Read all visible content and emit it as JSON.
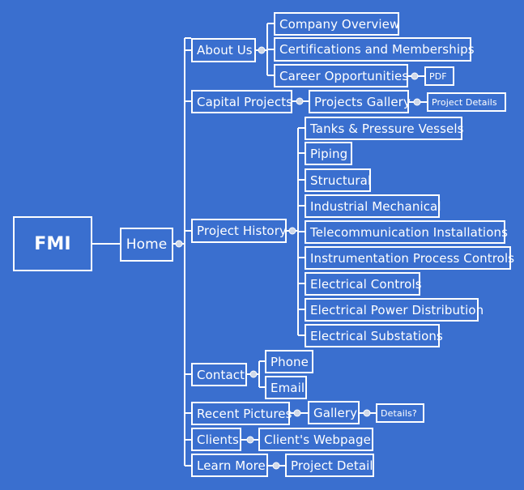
{
  "root": {
    "label": "FMI"
  },
  "home": {
    "label": "Home"
  },
  "about": {
    "label": "About Us",
    "company_overview": "Company Overview",
    "certifications": "Certifications and Memberships",
    "careers": "Career Opportunities",
    "pdf": "PDF"
  },
  "capital": {
    "label": "Capital Projects",
    "gallery": "Projects Gallery",
    "details": "Project Details"
  },
  "history": {
    "label": "Project History",
    "items": [
      "Tanks & Pressure Vessels",
      "Piping",
      "Structural",
      "Industrial Mechanical",
      "Telecommunication Installations",
      "Instrumentation Process Controls",
      "Electrical Controls",
      "Electrical Power Distribution",
      "Electrical Substations"
    ]
  },
  "contact": {
    "label": "Contact",
    "phone": "Phone",
    "email": "Email"
  },
  "recent": {
    "label": "Recent Pictures",
    "gallery": "Gallery",
    "details": "Details?"
  },
  "clients": {
    "label": "Clients",
    "webpage": "Client's Webpage"
  },
  "learn": {
    "label": "Learn More",
    "detail": "Project Detail"
  },
  "colors": {
    "background": "#3a6fcf",
    "line": "#ffffff",
    "knob": "#cfd8e8"
  }
}
